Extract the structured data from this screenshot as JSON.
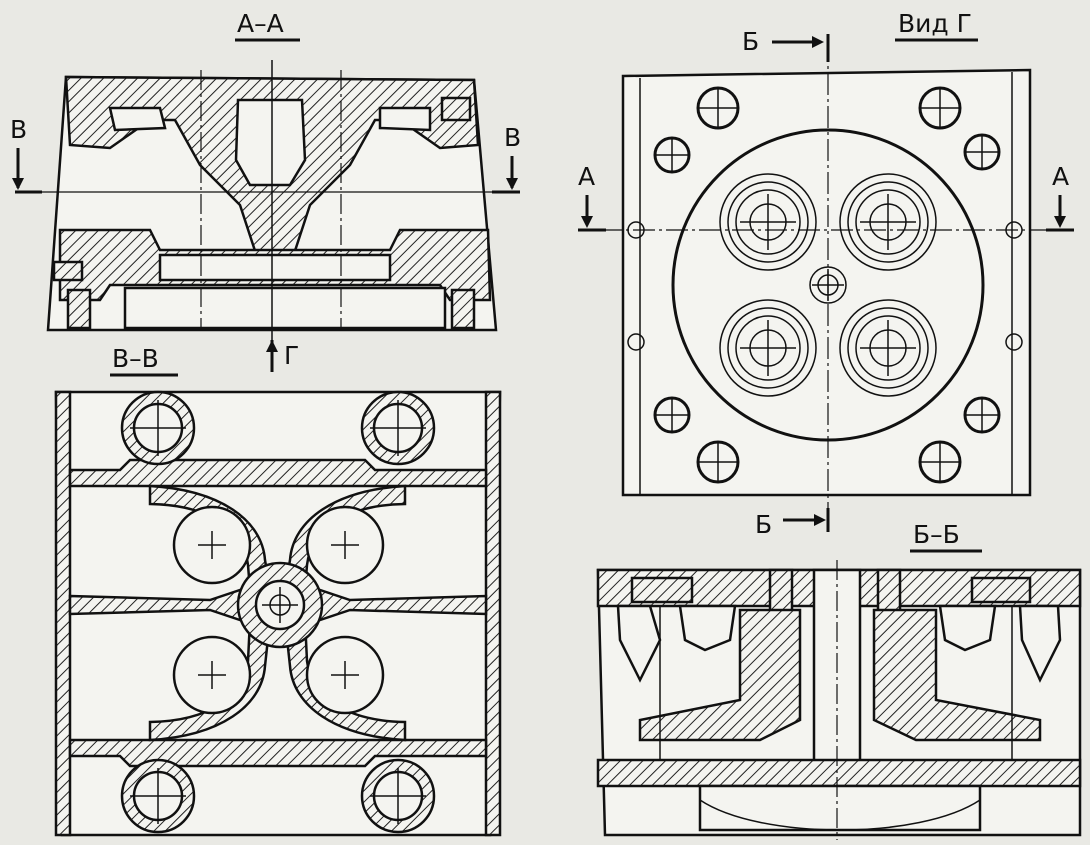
{
  "labels": {
    "section_aa": "А–А",
    "section_vv": "В–В",
    "view_g": "Вид Г",
    "section_bb": "Б–Б",
    "cut_v_left": "В",
    "cut_v_right": "В",
    "cut_a_left": "А",
    "cut_a_right": "А",
    "cut_b_top": "Б",
    "cut_b_bottom": "Б",
    "view_arrow_g": "Г"
  }
}
